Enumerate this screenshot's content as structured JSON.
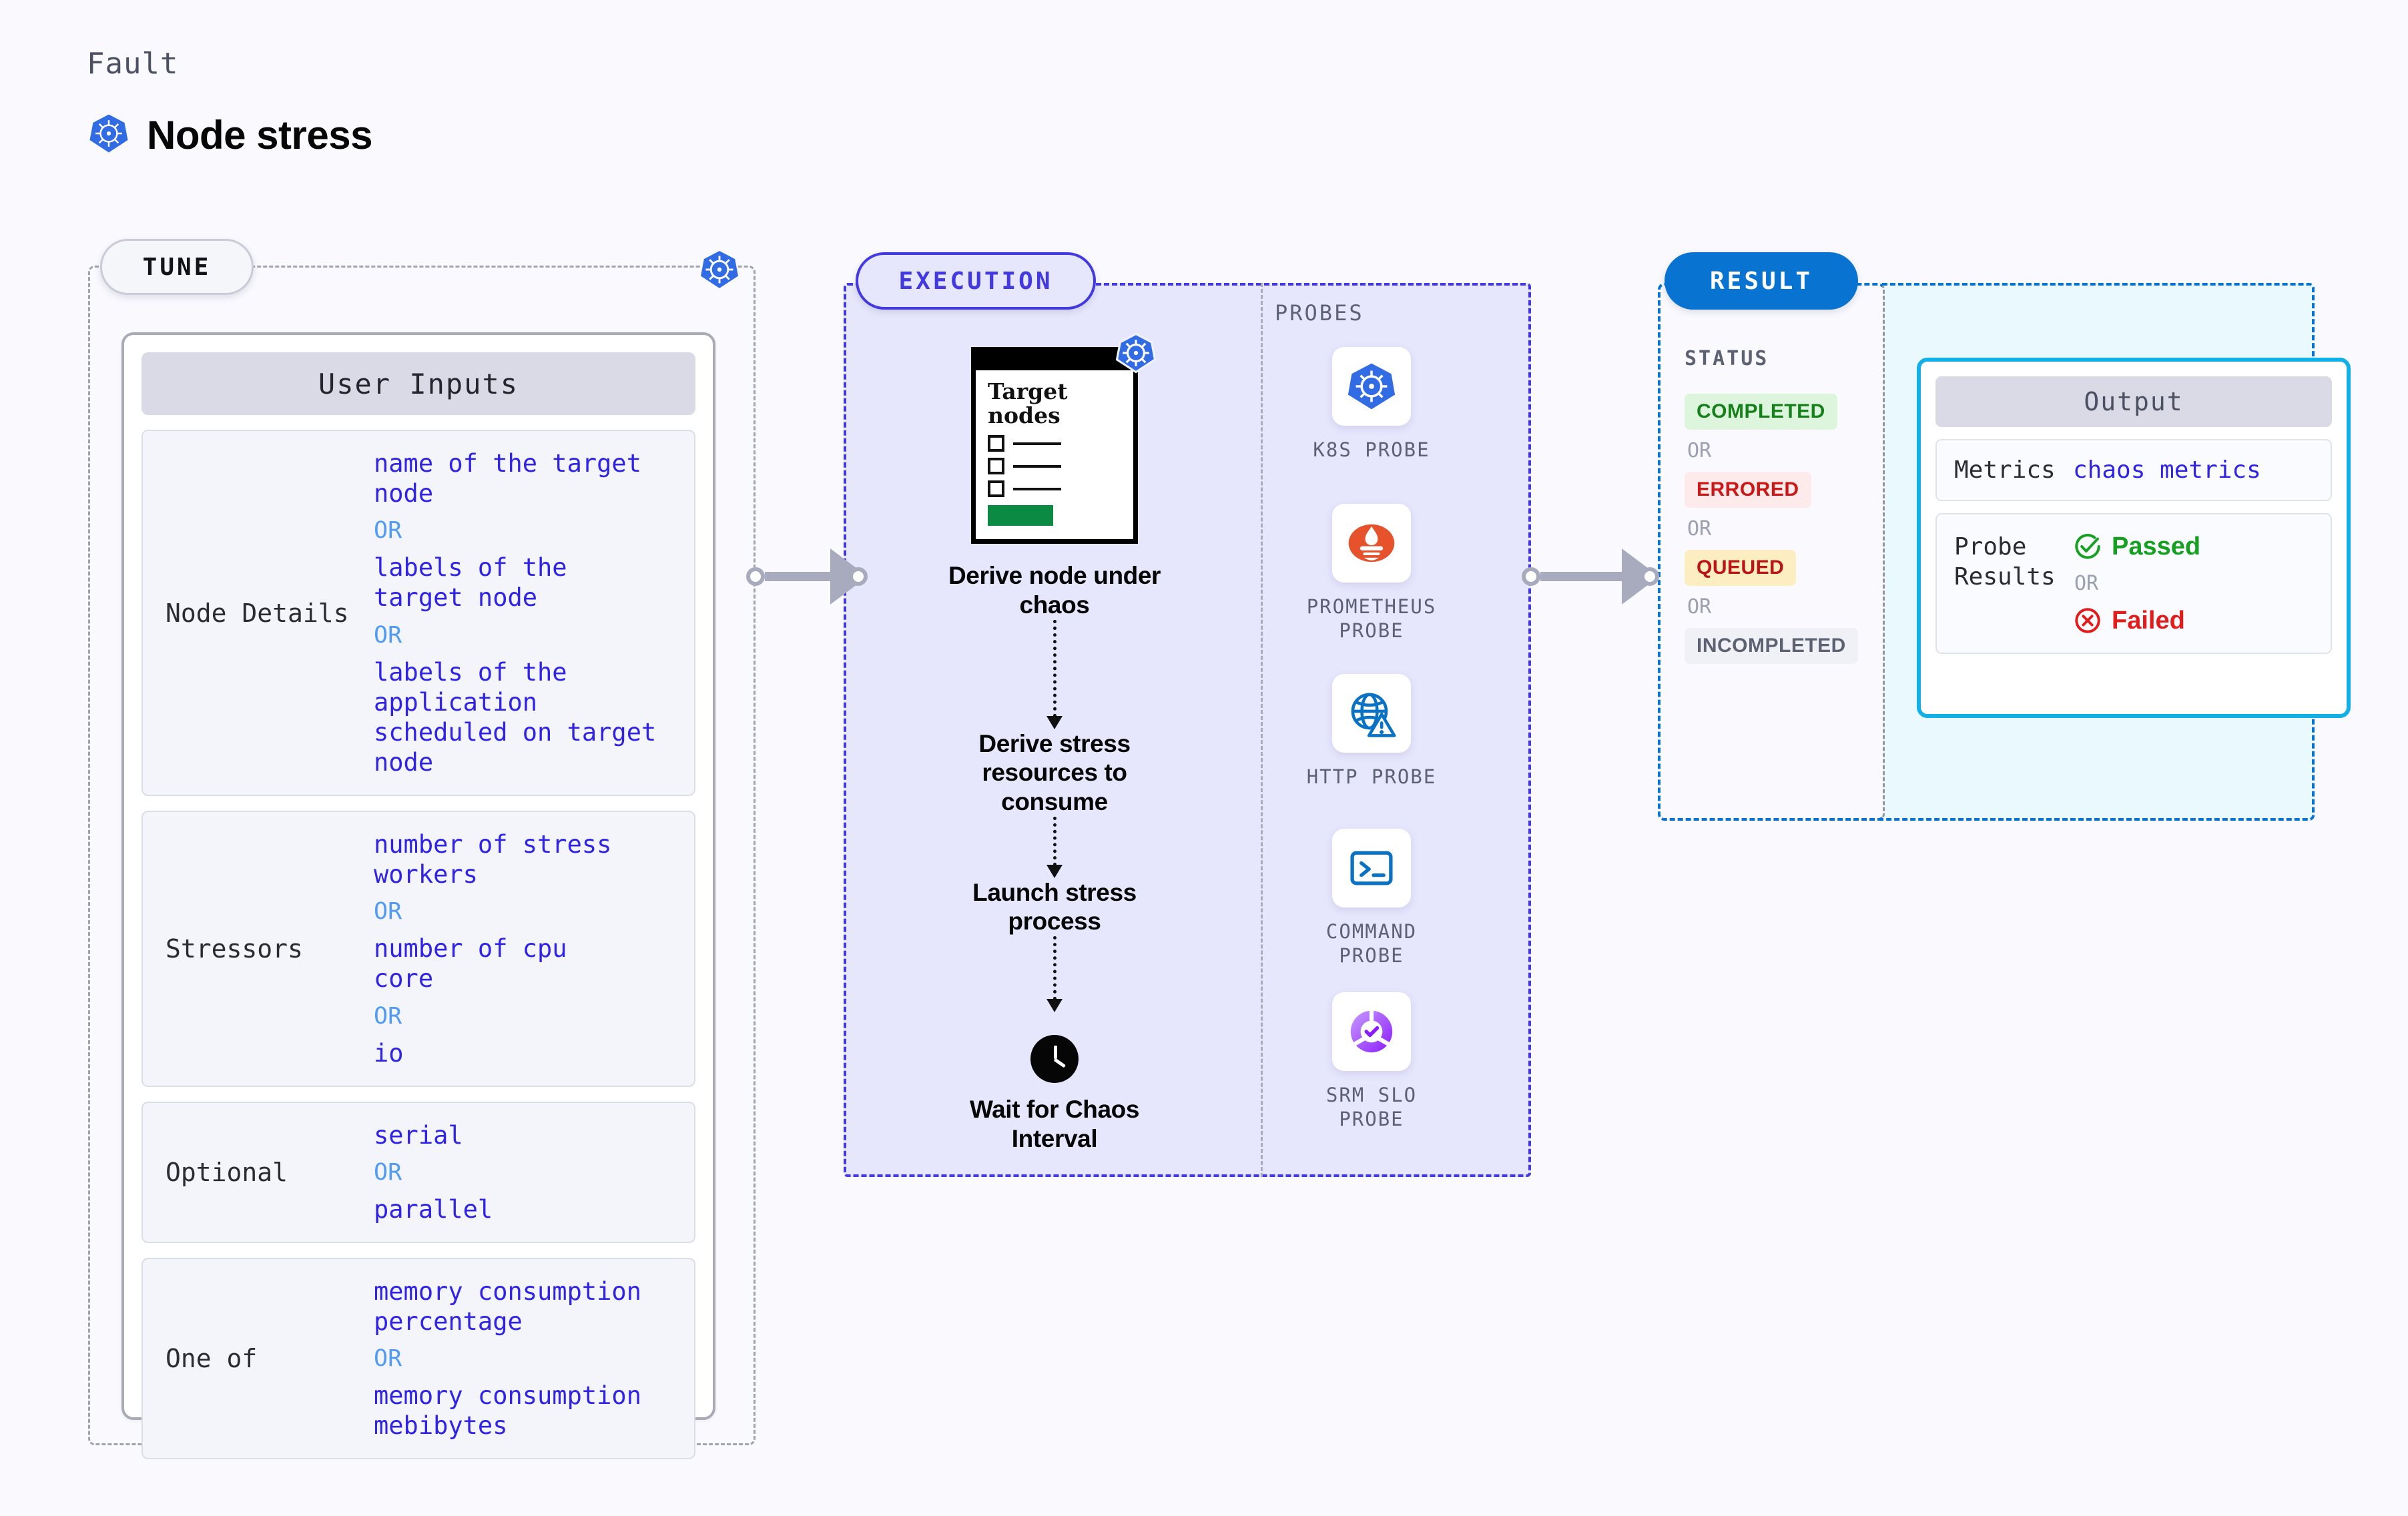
{
  "header": {
    "fault_label": "Fault",
    "title": "Node stress",
    "icon": "kubernetes-icon"
  },
  "tune": {
    "pill_label": "TUNE",
    "badge_icon": "kubernetes-icon",
    "card_title": "User Inputs",
    "groups": [
      {
        "label": "Node Details",
        "items": [
          {
            "type": "value",
            "text": "name of the target\nnode"
          },
          {
            "type": "or",
            "text": "OR"
          },
          {
            "type": "value",
            "text": "labels of the\ntarget node"
          },
          {
            "type": "or",
            "text": "OR"
          },
          {
            "type": "value",
            "text": "labels of the application\n scheduled on target node"
          }
        ]
      },
      {
        "label": "Stressors",
        "items": [
          {
            "type": "value",
            "text": "number of stress\nworkers"
          },
          {
            "type": "or",
            "text": "OR"
          },
          {
            "type": "value",
            "text": "number of cpu\ncore"
          },
          {
            "type": "or",
            "text": "OR"
          },
          {
            "type": "value",
            "text": "io"
          }
        ]
      },
      {
        "label": "Optional",
        "items": [
          {
            "type": "value",
            "text": "serial"
          },
          {
            "type": "or",
            "text": "OR"
          },
          {
            "type": "value",
            "text": "parallel"
          }
        ]
      },
      {
        "label": "One of",
        "items": [
          {
            "type": "value",
            "text": "memory consumption\npercentage"
          },
          {
            "type": "or",
            "text": "OR"
          },
          {
            "type": "value",
            "text": "memory consumption\nmebibytes"
          }
        ]
      }
    ]
  },
  "execution": {
    "pill_label": "EXECUTION",
    "node_card": {
      "title": "Target\nnodes",
      "badge_icon": "kubernetes-icon",
      "checkbox_rows": 3
    },
    "steps": [
      "Derive node under\nchaos",
      "Derive stress\nresources to\nconsume",
      "Launch stress\nprocess",
      "Wait for Chaos\nInterval"
    ],
    "wait_icon": "clock-icon",
    "probes_title": "PROBES",
    "probes": [
      {
        "label": "K8S PROBE",
        "icon": "kubernetes-icon"
      },
      {
        "label": "PROMETHEUS\nPROBE",
        "icon": "prometheus-flame-icon"
      },
      {
        "label": "HTTP PROBE",
        "icon": "globe-warning-icon"
      },
      {
        "label": "COMMAND\nPROBE",
        "icon": "terminal-prompt-icon"
      },
      {
        "label": "SRM SLO\nPROBE",
        "icon": "slo-gauge-check-icon"
      }
    ]
  },
  "result": {
    "pill_label": "RESULT",
    "status_title": "STATUS",
    "statuses": [
      {
        "type": "badge",
        "text": "COMPLETED",
        "style": "b-completed"
      },
      {
        "type": "or",
        "text": "OR"
      },
      {
        "type": "badge",
        "text": "ERRORED",
        "style": "b-errored"
      },
      {
        "type": "or",
        "text": "OR"
      },
      {
        "type": "badge",
        "text": "QUEUED",
        "style": "b-queued"
      },
      {
        "type": "or",
        "text": "OR"
      },
      {
        "type": "badge",
        "text": "INCOMPLETED",
        "style": "b-incomp"
      }
    ],
    "output": {
      "title": "Output",
      "metrics_label": "Metrics",
      "metrics_value": "chaos metrics",
      "probe_results_label": "Probe\nResults",
      "passed": "Passed",
      "failed": "Failed",
      "or": "OR",
      "passed_icon": "check-circle-icon",
      "failed_icon": "x-circle-icon"
    }
  },
  "colors": {
    "page_bg": "#f9f9fe",
    "exec_bg": "#e6e6fd",
    "exec_accent": "#4339e0",
    "result_accent": "#0873d1",
    "output_border": "#13b0e8",
    "output_bg": "#eaf9fe",
    "value_text": "#3023e8",
    "or_text": "#4f9bf5",
    "k8s_blue": "#326ce5",
    "pass_green": "#15a021",
    "fail_red": "#e21b1b"
  }
}
